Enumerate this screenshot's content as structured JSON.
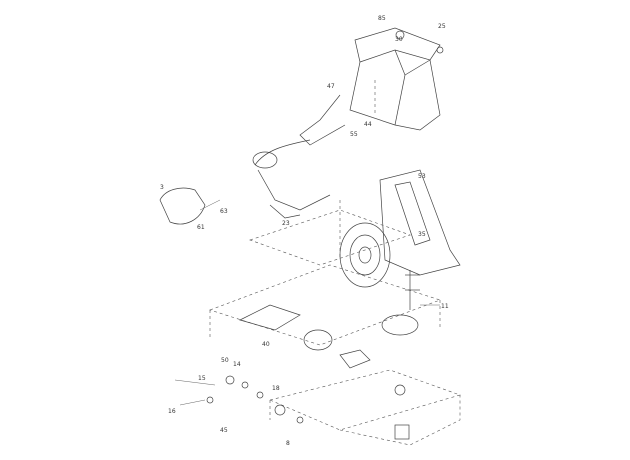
{
  "diagram": {
    "callouts": [
      {
        "id": "c-85",
        "text": "85"
      },
      {
        "id": "c-30",
        "text": "30"
      },
      {
        "id": "c-25",
        "text": "25"
      },
      {
        "id": "c-47",
        "text": "47"
      },
      {
        "id": "c-44",
        "text": "44"
      },
      {
        "id": "c-55",
        "text": "55"
      },
      {
        "id": "c-3",
        "text": "3"
      },
      {
        "id": "c-63",
        "text": "63"
      },
      {
        "id": "c-61",
        "text": "61"
      },
      {
        "id": "c-23",
        "text": "23"
      },
      {
        "id": "c-53",
        "text": "53"
      },
      {
        "id": "c-35",
        "text": "35"
      },
      {
        "id": "c-40",
        "text": "40"
      },
      {
        "id": "c-11",
        "text": "11"
      },
      {
        "id": "c-16",
        "text": "16"
      },
      {
        "id": "c-50",
        "text": "50"
      },
      {
        "id": "c-14",
        "text": "14"
      },
      {
        "id": "c-18",
        "text": "18"
      },
      {
        "id": "c-15",
        "text": "15"
      },
      {
        "id": "c-45",
        "text": "45"
      },
      {
        "id": "c-8",
        "text": "8"
      }
    ]
  }
}
